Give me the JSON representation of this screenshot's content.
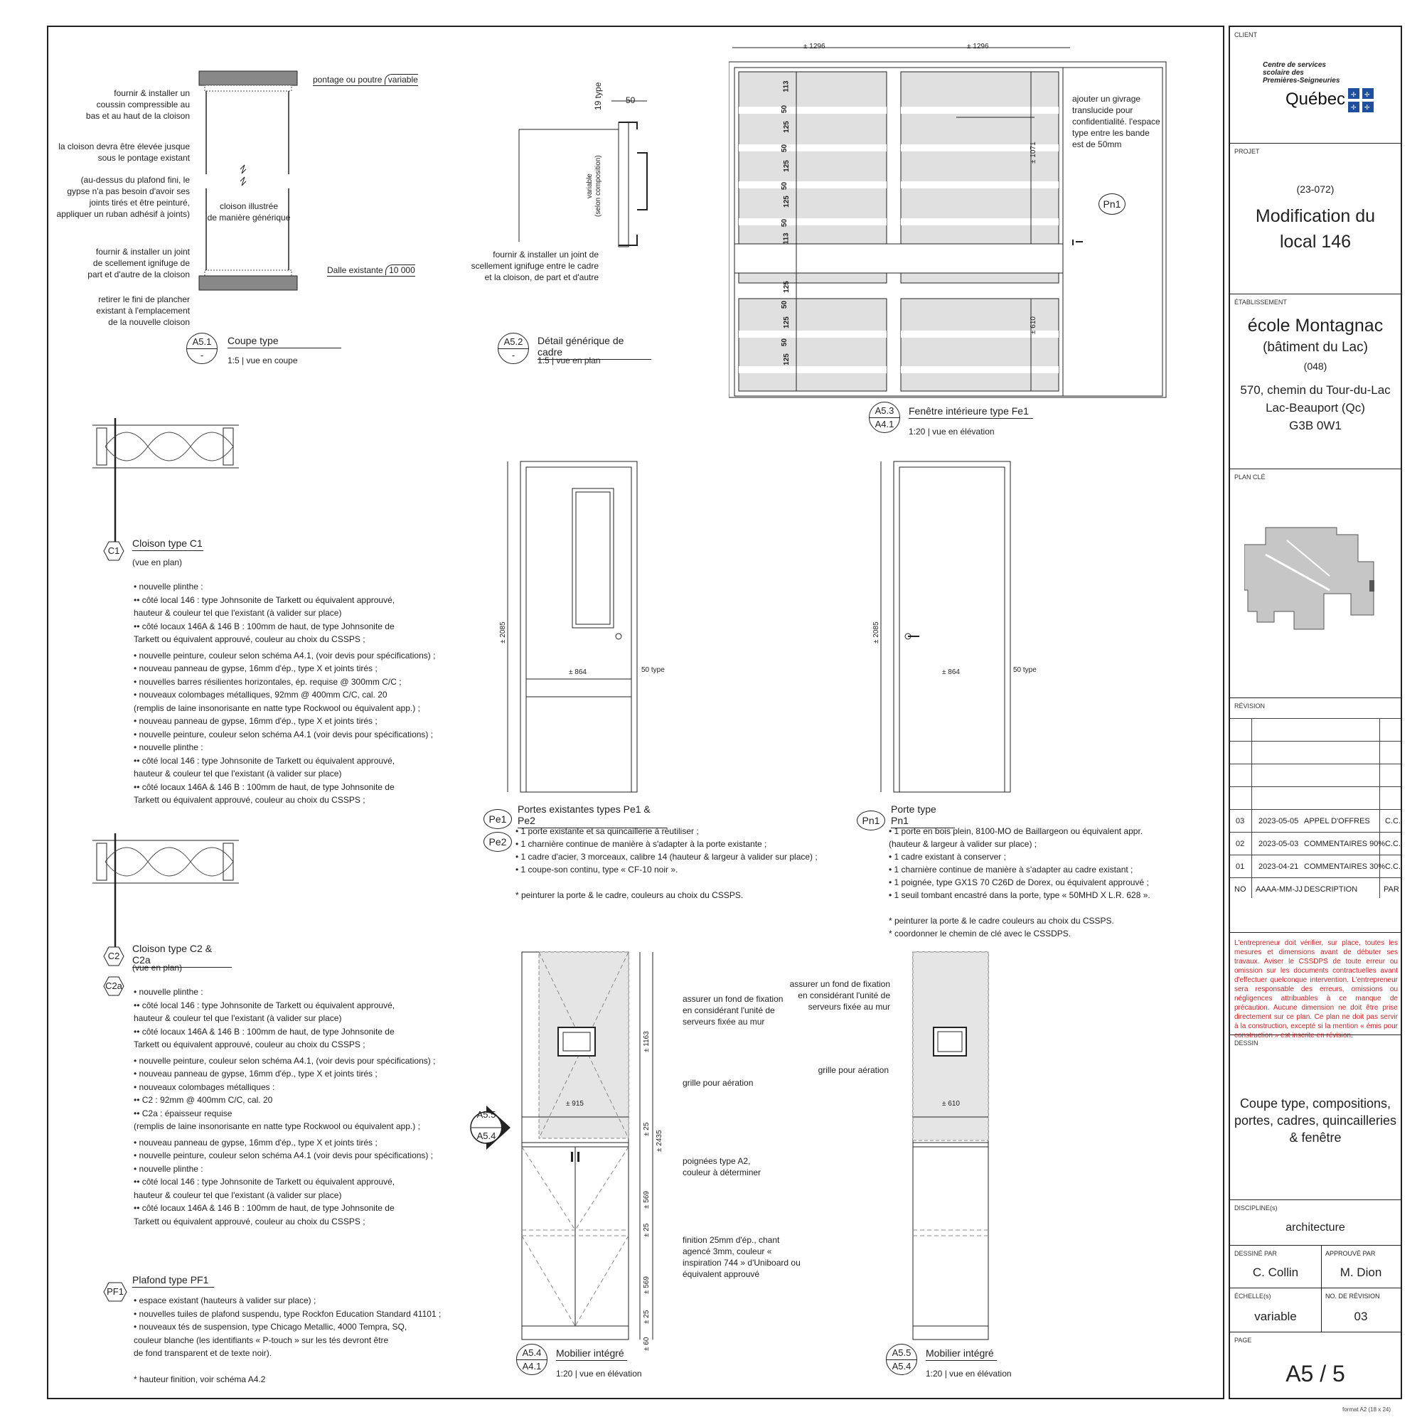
{
  "a51": {
    "pontage_label": "pontage ou poutre",
    "pontage_value": "variable",
    "dalle_label": "Dalle existante",
    "dalle_value": "10 000",
    "notes": [
      "fournir & installer un",
      "coussin compressible au",
      "bas et au haut de la cloison",
      "la cloison devra être élevée jusque",
      "sous le pontage existant",
      "(au-dessus du plafond fini, le",
      "gypse n'a pas besoin d'avoir ses",
      "joints tirés et être peinturé,",
      "appliquer un ruban adhésif à joints)",
      "fournir & installer un joint",
      "de scellement ignifuge de",
      "part et d'autre de la cloison",
      "retirer le fini de plancher",
      "existant à l'emplacement",
      "de la nouvelle cloison"
    ],
    "center_label_1": "cloison illustrée",
    "center_label_2": "de manière générique",
    "bubble_top": "A5.1",
    "bubble_bot": "-",
    "title": "Coupe type",
    "subtitle": "1:5 | vue en coupe"
  },
  "a52": {
    "dim_top": "50",
    "dim_side": "19 type",
    "variable_1": "variable",
    "variable_2": "(selon composition)",
    "note_1": "fournir & installer un joint de",
    "note_2": "scellement ignifuge entre le cadre",
    "note_3": "et la cloison, de part et d'autre",
    "bubble_top": "A5.2",
    "bubble_bot": "-",
    "title": "Détail générique de cadre",
    "subtitle": "1:5 | vue en plan"
  },
  "a53": {
    "dim_1": "± 1296",
    "dim_2": "± 1296",
    "dim_1071": "± 1071",
    "dim_610": "± 610",
    "note_1": "ajouter un givrage",
    "note_2": "translucide pour",
    "note_3": "confidentialité. l'espace",
    "note_4": "type entre les bande",
    "note_5": "est de 50mm",
    "pn1": "Pn1",
    "bubble_top": "A5.3",
    "bubble_bot": "A4.1",
    "title": "Fenêtre intérieure type Fe1",
    "subtitle": "1:20 | vue en élévation",
    "vdims_top": [
      "113",
      "50",
      "125",
      "50",
      "125",
      "50",
      "125",
      "50",
      "113"
    ],
    "vdims_bot": [
      "125",
      "50",
      "125",
      "50",
      "125"
    ]
  },
  "c1": {
    "tag": "C1",
    "title": "Cloison type C1",
    "subtitle": "(vue en plan)",
    "notes": [
      "• nouvelle plinthe :",
      "   ••     côté local 146 : type Johnsonite de Tarkett ou équivalent approuvé,",
      "            hauteur & couleur tel que l'existant (à valider sur place)",
      "   ••     côté locaux 146A & 146 B : 100mm de haut,  de type Johnsonite de",
      "            Tarkett ou équivalent approuvé, couleur au choix du CSSPS ;",
      "• nouvelle peinture, couleur selon schéma A4.1, (voir devis pour spécifications) ;",
      "• nouveau panneau de gypse, 16mm d'ép., type X et joints tirés ;",
      "• nouvelles barres résilientes horizontales, ép. requise @ 300mm C/C ;",
      "• nouveaux colombages métalliques, 92mm @ 400mm C/C, cal. 20",
      "   (remplis de laine insonorisante en natte type Rockwool ou équivalent app.) ;",
      "• nouveau panneau de gypse, 16mm d'ép., type X et joints tirés ;",
      "• nouvelle peinture, couleur selon schéma A4.1 (voir devis pour spécifications) ;",
      "• nouvelle plinthe :",
      "   ••     côté local 146 : type Johnsonite de Tarkett ou équivalent approuvé,",
      "            hauteur & couleur tel que l'existant (à valider sur place)",
      "   ••     côté locaux 146A & 146 B : 100mm de haut,  de type Johnsonite de",
      "            Tarkett ou équivalent approuvé, couleur au choix du CSSPS ;"
    ]
  },
  "c2": {
    "tag_1": "C2",
    "tag_2": "C2a",
    "title": "Cloison type C2 & C2a",
    "subtitle": "(vue en plan)",
    "notes": [
      "• nouvelle plinthe :",
      "   ••     côté local 146 : type Johnsonite de Tarkett ou équivalent approuvé,",
      "            hauteur & couleur tel que l'existant (à valider sur place)",
      "   ••     côté locaux 146A & 146 B : 100mm de haut,  de type Johnsonite de",
      "            Tarkett ou équivalent approuvé, couleur au choix du CSSPS ;",
      "• nouvelle peinture, couleur selon schéma A4.1, (voir devis pour spécifications) ;",
      "• nouveau panneau de gypse, 16mm d'ép., type X et joints tirés ;",
      "• nouveaux colombages métalliques :",
      "   ••     C2 : 92mm @ 400mm C/C, cal. 20",
      "   ••     C2a : épaisseur requise",
      "   (remplis de laine insonorisante en natte type Rockwool ou équivalent app.) ;",
      "• nouveau panneau de gypse, 16mm d'ép., type X et joints tirés ;",
      "• nouvelle peinture, couleur selon schéma A4.1 (voir devis pour spécifications) ;",
      "• nouvelle plinthe :",
      "   ••     côté local 146 : type Johnsonite de Tarkett ou équivalent approuvé,",
      "            hauteur & couleur tel que l'existant (à valider sur place)",
      "   ••     côté locaux 146A & 146 B : 100mm de haut,  de type Johnsonite de",
      "            Tarkett ou équivalent approuvé, couleur au choix du CSSPS ;"
    ]
  },
  "pf1": {
    "tag": "PF1",
    "title": "Plafond type PF1",
    "notes": [
      "• espace existant (hauteurs à valider sur place) ;",
      "• nouvelles tuiles de plafond suspendu, type Rockfon Education Standard 41101 ;",
      "• nouveaux tés de suspension, type Chicago Metallic, 4000 Tempra, SQ,",
      "   couleur blanche (les identifiants « P-touch » sur les tés devront être",
      "   de fond transparent et de texte noir).",
      "",
      "   * hauteur finition, voir schéma A4.2"
    ]
  },
  "pe": {
    "height": "± 2085",
    "width": "± 864",
    "frame": "50 type",
    "tag_1": "Pe1",
    "tag_2": "Pe2",
    "title": "Portes existantes types Pe1 & Pe2",
    "notes": [
      "• 1 porte existante et sa quincaillerie à réutiliser ;",
      "• 1 charnière continue de manière à s'adapter à la porte existante ;",
      "• 1 cadre d'acier, 3 morceaux, calibre 14 (hauteur & largeur à valider sur place) ;",
      "• 1 coupe-son continu, type « CF-10 noir ».",
      "",
      "   * peinturer la porte & le cadre, couleurs au choix du CSSPS."
    ]
  },
  "pn1": {
    "height": "± 2085",
    "width": "± 864",
    "frame": "50 type",
    "tag": "Pn1",
    "title": "Porte type Pn1",
    "notes": [
      "• 1 porte en bois plein, 8100-MO de Baillargeon ou équivalent appr.",
      "   (hauteur & largeur à valider sur place) ;",
      "• 1 cadre existant à conserver ;",
      "• 1 charnière continue de manière à s'adapter au cadre existant ;",
      "• 1 poignée, type GX1S 70 C26D de Dorex, ou équivalent approuvé ;",
      "• 1 seuil tombant encastré dans la porte, type « 50MHD X L.R. 628 ».",
      "",
      "   * peinturer la porte & le cadre couleurs au choix du CSSPS.",
      "   * coordonner le chemin de clé avec le CSSDPS."
    ]
  },
  "a54": {
    "width": "± 915",
    "d1163": "± 1163",
    "d2435": "± 2435",
    "d25a": "± 25",
    "d569a": "± 569",
    "d25b": "± 25",
    "d569b": "± 569",
    "d25c": "± 25",
    "d60": "± 60",
    "note_fond_1": "assurer un fond de fixation",
    "note_fond_2": "en considérant l'unité de",
    "note_fond_3": "serveurs fixée au mur",
    "note_grille": "grille pour aération",
    "note_poign_1": "poignées type A2,",
    "note_poign_2": "couleur à déterminer",
    "note_fini_1": "finition 25mm d'ép., chant",
    "note_fini_2": "agencé 3mm, couleur «",
    "note_fini_3": "inspiration 744 » d'Uniboard ou",
    "note_fini_4": "équivalent approuvé",
    "sec_top": "A5.5",
    "sec_bot": "A5.4",
    "bubble_top": "A5.4",
    "bubble_bot": "A4.1",
    "title": "Mobilier intégré",
    "subtitle": "1:20 | vue en élévation"
  },
  "a55": {
    "width": "± 610",
    "note_fond_1": "assurer un fond de fixation",
    "note_fond_2": "en considérant l'unité de",
    "note_fond_3": "serveurs fixée au mur",
    "note_grille": "grille pour aération",
    "bubble_top": "A5.5",
    "bubble_bot": "A5.4",
    "title": "Mobilier intégré",
    "subtitle": "1:20 | vue en élévation"
  },
  "titleblock": {
    "client_label": "CLIENT",
    "client_org_1": "Centre de services",
    "client_org_2": "scolaire des",
    "client_org_3": "Premières-Seigneuries",
    "client_quebec": "Québec",
    "projet_label": "PROJET",
    "projet_num": "(23-072)",
    "projet_name_1": "Modification du",
    "projet_name_2": "local 146",
    "etab_label": "ÉTABLISSEMENT",
    "etab_name": "école Montagnac",
    "etab_bat": "(bâtiment du Lac)",
    "etab_num": "(048)",
    "addr_1": "570, chemin du Tour-du-Lac",
    "addr_2": "Lac-Beauport (Qc)",
    "addr_3": "G3B 0W1",
    "plan_label": "PLAN CLÉ",
    "revision_label": "RÉVISION",
    "revisions": [
      {
        "no": "03",
        "date": "2023-05-05",
        "desc": "APPEL D'OFFRES",
        "par": "C.C."
      },
      {
        "no": "02",
        "date": "2023-05-03",
        "desc": "COMMENTAIRES 90%",
        "par": "C.C."
      },
      {
        "no": "01",
        "date": "2023-04-21",
        "desc": "COMMENTAIRES 30%",
        "par": "C.C."
      }
    ],
    "rev_header": {
      "no": "NO",
      "date": "AAAA-MM-JJ",
      "desc": "DESCRIPTION",
      "par": "PAR"
    },
    "disclaimer": "L'entrepreneur doit vérifier, sur place, toutes les mesures et dimensions avant de débuter ses travaux. Aviser le CSSDPS de toute erreur ou omission sur les documents contractuelles avant d'effectuer quelconque intervention. L'entrepreneur sera responsable des erreurs, omissions ou négligences attribuables à ce manque de précaution. Aucune dimension ne doit être prise directement sur ce plan. Ce plan ne doit pas servir à la construction, excepté si la mention « émis pour construction » est inscrite en révision.",
    "disclaimer_color": "#d62020",
    "dessin_label": "DESSIN",
    "dessin_1": "Coupe type, compositions,",
    "dessin_2": "portes, cadres, quincailleries",
    "dessin_3": "& fenêtre",
    "disc_label": "DISCIPLINE(s)",
    "disc_value": "architecture",
    "dessine_label": "DESSINÉ PAR",
    "dessine_value": "C. Collin",
    "approuve_label": "APPROUVÉ PAR",
    "approuve_value": "M. Dion",
    "echelle_label": "ÉCHELLE(s)",
    "echelle_value": "variable",
    "norev_label": "NO. DE RÉVISION",
    "norev_value": "03",
    "page_label": "PAGE",
    "page_value": "A5 / 5",
    "format": "format A2 (18 x 24)"
  }
}
